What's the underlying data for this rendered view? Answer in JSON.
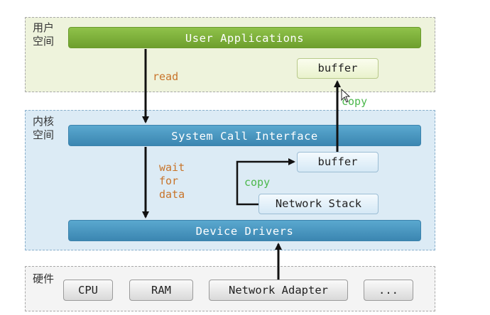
{
  "regions": {
    "user_space": "用户\n空间",
    "kernel_space": "内核\n空间",
    "hardware": "硬件"
  },
  "layers": {
    "user_applications": "User Applications",
    "system_call_interface": "System Call Interface",
    "device_drivers": "Device Drivers"
  },
  "boxes": {
    "user_buffer": "buffer",
    "kernel_buffer": "buffer",
    "network_stack": "Network Stack"
  },
  "hardware_items": [
    "CPU",
    "RAM",
    "Network Adapter",
    "..."
  ],
  "annotations": {
    "read": "read",
    "wait_for_data": "wait\nfor\ndata",
    "copy_up": "copy",
    "copy_in": "copy"
  }
}
